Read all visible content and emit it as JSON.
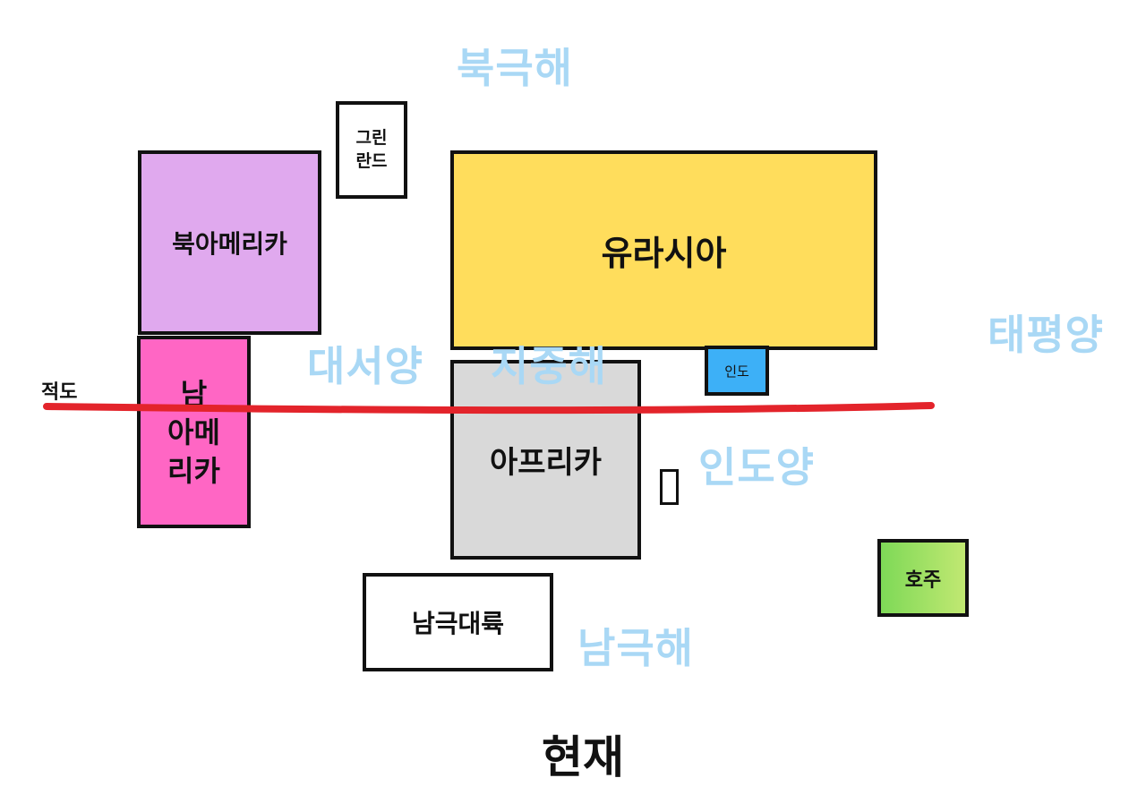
{
  "oceans": {
    "arctic": "북극해",
    "atlantic": "대서양",
    "mediterranean": "지중해",
    "pacific": "태평양",
    "indian": "인도양",
    "southern": "남극해"
  },
  "continents": {
    "north_america": "북아메리카",
    "greenland": [
      "그린",
      "란드"
    ],
    "eurasia": "유라시아",
    "india": "인도",
    "south_america": [
      "남",
      "아메",
      "리카"
    ],
    "africa": "아프리카",
    "madagascar": "",
    "antarctica": "남극대륙",
    "australia": "호주"
  },
  "equator_label": "적도",
  "caption": "현재",
  "colors": {
    "north_america": "#e0a9ee",
    "greenland": "#ffffff",
    "eurasia": "#ffdd5c",
    "india": "#3db0f7",
    "south_america": "#ff66c4",
    "africa": "#d9d9d9",
    "antarctica": "#ffffff",
    "australia_start": "#7ed957",
    "australia_end": "#c1e872",
    "equator": "#e3242b",
    "ocean_text": "#a9d8f5"
  }
}
